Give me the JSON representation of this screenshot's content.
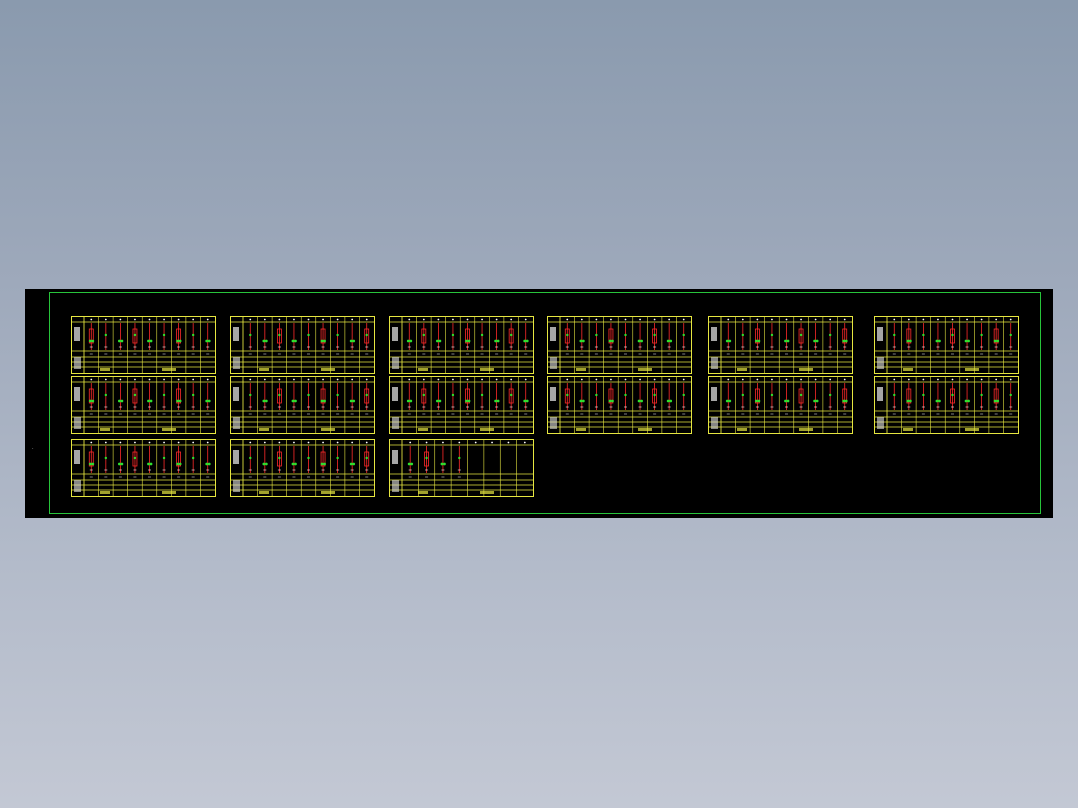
{
  "drawing": {
    "title_text": "",
    "background_color": "#000000",
    "frame_color": "#27c43a",
    "sheet_color": "#e6e640",
    "circuit_colors": [
      "#ff2a2a",
      "#2fe02f",
      "#ffffff"
    ]
  },
  "sheets": [
    {
      "id": "s1"
    },
    {
      "id": "s2"
    },
    {
      "id": "s3"
    },
    {
      "id": "s4"
    },
    {
      "id": "s5"
    },
    {
      "id": "s6"
    },
    {
      "id": "s7"
    },
    {
      "id": "s8"
    },
    {
      "id": "s9"
    },
    {
      "id": "s10"
    },
    {
      "id": "s11"
    },
    {
      "id": "s12"
    },
    {
      "id": "s13"
    },
    {
      "id": "s14"
    },
    {
      "id": "s15"
    }
  ]
}
